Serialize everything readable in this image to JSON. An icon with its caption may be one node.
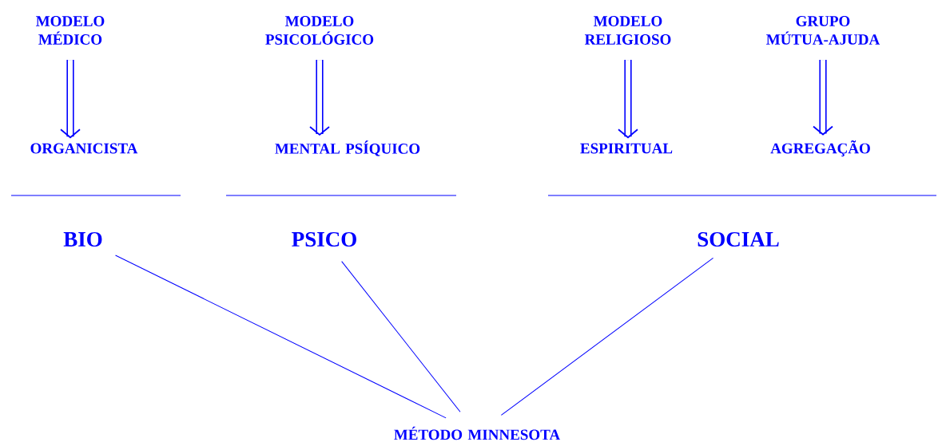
{
  "diagram": {
    "nodes": [
      {
        "text": [
          "MODELO MÉDICO"
        ]
      },
      {
        "text": [
          "MODELO PSICOLÓGICO"
        ]
      },
      {
        "text": [
          "MODELO RELIGIOSO"
        ]
      },
      {
        "text": [
          "GRUPO MÚTUA-AJUDA"
        ]
      },
      {
        "text": [
          "ORGANICISTA"
        ]
      },
      {
        "text": [
          "MENTAL PSÍQUICO"
        ]
      },
      {
        "text": [
          "ESPIRITUAL"
        ]
      },
      {
        "text": [
          "AGREGAÇÃO"
        ]
      },
      {
        "text": [
          "BIO"
        ]
      },
      {
        "text": [
          "PSICO"
        ]
      },
      {
        "text": [
          "SOCIAL"
        ]
      },
      {
        "text": [
          "MÉTODO MINNESOTA"
        ]
      }
    ],
    "edges": [
      {
        "from": 0,
        "to": 4,
        "arrow": "to"
      },
      {
        "from": 1,
        "to": 5,
        "arrow": "to"
      },
      {
        "from": 2,
        "to": 6,
        "arrow": "to"
      },
      {
        "from": 3,
        "to": 7,
        "arrow": "to"
      },
      {
        "from": 8,
        "to": 11,
        "arrow": "none"
      },
      {
        "from": 9,
        "to": 11,
        "arrow": "none"
      },
      {
        "from": 10,
        "to": 11,
        "arrow": "none"
      }
    ]
  }
}
